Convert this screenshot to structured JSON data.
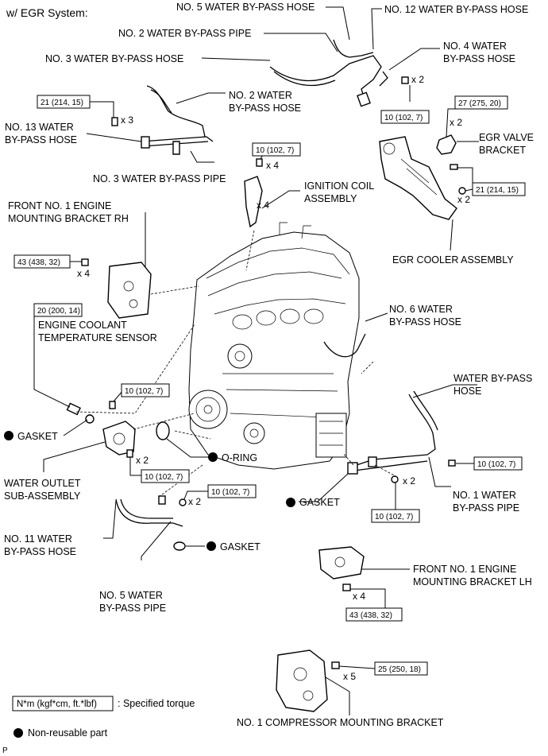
{
  "title": "w/ EGR System:",
  "labels": {
    "no5_hose": "NO. 5 WATER BY-PASS HOSE",
    "no12_hose": "NO. 12 WATER BY-PASS HOSE",
    "no2_pipe": "NO. 2 WATER BY-PASS PIPE",
    "no4_hose_1": "NO. 4 WATER",
    "no4_hose_2": "BY-PASS HOSE",
    "no3_hose": "NO. 3 WATER BY-PASS HOSE",
    "no2_hose_1": "NO. 2 WATER",
    "no2_hose_2": "BY-PASS HOSE",
    "no13_hose_1": "NO. 13 WATER",
    "no13_hose_2": "BY-PASS HOSE",
    "no3_pipe": "NO. 3 WATER BY-PASS PIPE",
    "egr_bracket_1": "EGR VALVE",
    "egr_bracket_2": "BRACKET",
    "ignition_coil_1": "IGNITION COIL",
    "ignition_coil_2": "ASSEMBLY",
    "bracket_rh_1": "FRONT NO. 1 ENGINE",
    "bracket_rh_2": "MOUNTING BRACKET RH",
    "egr_cooler": "EGR COOLER ASSEMBLY",
    "coolant_sensor_1": "ENGINE COOLANT",
    "coolant_sensor_2": "TEMPERATURE SENSOR",
    "no6_hose_1": "NO. 6 WATER",
    "no6_hose_2": "BY-PASS HOSE",
    "water_hose_1": "WATER BY-PASS",
    "water_hose_2": "HOSE",
    "gasket": "GASKET",
    "o_ring": "O-RING",
    "water_outlet_1": "WATER OUTLET",
    "water_outlet_2": "SUB-ASSEMBLY",
    "no1_pipe_1": "NO. 1 WATER",
    "no1_pipe_2": "BY-PASS PIPE",
    "no11_hose_1": "NO. 11 WATER",
    "no11_hose_2": "BY-PASS HOSE",
    "bracket_lh_1": "FRONT NO. 1 ENGINE",
    "bracket_lh_2": "MOUNTING BRACKET LH",
    "no5_pipe_1": "NO. 5 WATER",
    "no5_pipe_2": "BY-PASS PIPE",
    "compressor_bracket": "NO. 1 COMPRESSOR MOUNTING BRACKET"
  },
  "torque": {
    "t10": "10 (102, 7)",
    "t20": "20 (200, 14)",
    "t21": "21 (214, 15)",
    "t25": "25 (250, 18)",
    "t27": "27 (275, 20)",
    "t43": "43 (438, 32)"
  },
  "qty": {
    "x2": "x 2",
    "x3": "x 3",
    "x4": "x 4",
    "x5": "x 5"
  },
  "legend": {
    "torque_units": "N*m (kgf*cm, ft.*lbf)",
    "specified_torque": ": Specified torque",
    "non_reusable": "Non-reusable part"
  },
  "figure_code": "P",
  "colors": {
    "line": "#000000",
    "background": "#ffffff"
  }
}
